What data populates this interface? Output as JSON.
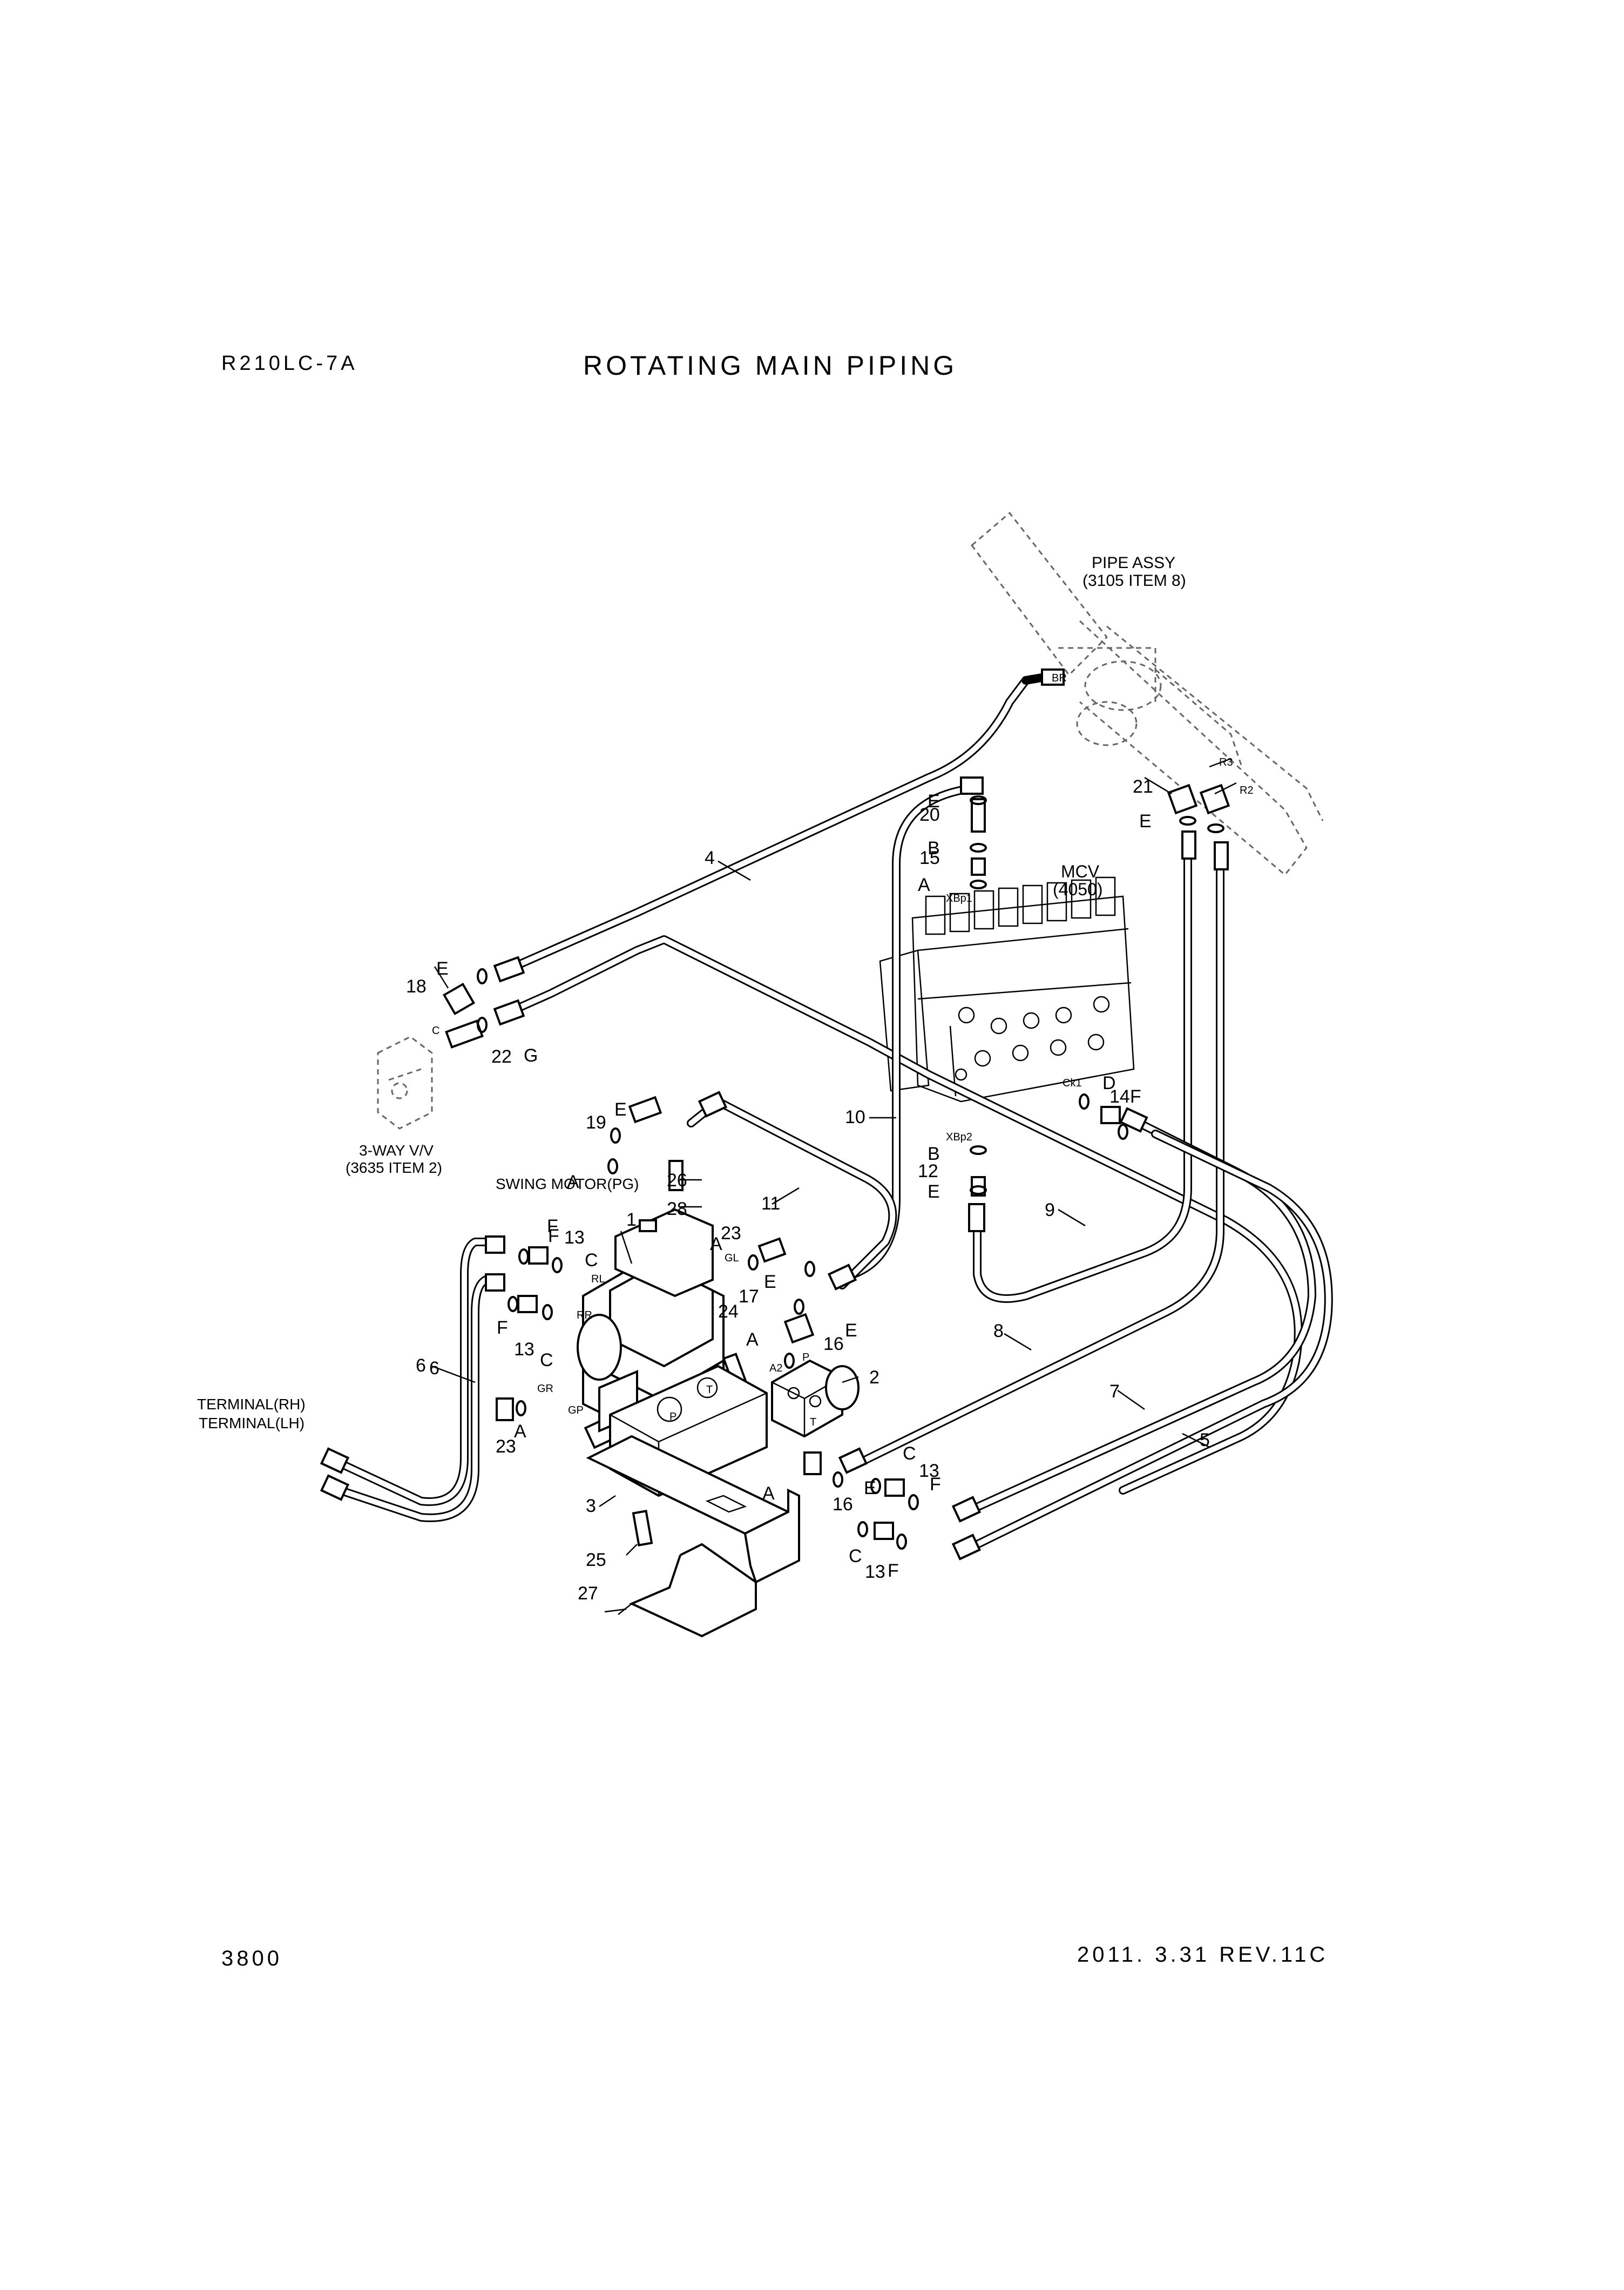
{
  "header": {
    "model": "R210LC-7A",
    "title": "ROTATING MAIN PIPING"
  },
  "footer": {
    "page_number": "3800",
    "revision": "2011. 3.31 REV.11C"
  },
  "callouts": {
    "pipe_assy": "PIPE ASSY",
    "pipe_assy_ref": "(3105 ITEM 8)",
    "mcv": "MCV",
    "mcv_ref": "(4050)",
    "three_way_valve": "3-WAY V/V",
    "three_way_valve_ref": "(3635 ITEM 2)",
    "swing_motor": "SWING MOTOR(PG)",
    "terminal_rh": "TERMINAL(RH)",
    "terminal_lh": "TERMINAL(LH)"
  },
  "port_labels": [
    "BR",
    "R3",
    "R2",
    "XBp1",
    "XBp2",
    "Ck1",
    "C",
    "RL",
    "RR",
    "GL",
    "GR",
    "GP",
    "P",
    "T",
    "A2",
    "P",
    "T"
  ],
  "item_numbers": [
    "1",
    "2",
    "3",
    "4",
    "5",
    "6",
    "7",
    "8",
    "9",
    "10",
    "11",
    "12",
    "13",
    "14",
    "15",
    "16",
    "17",
    "18",
    "19",
    "20",
    "21",
    "22",
    "23",
    "24",
    "25",
    "26",
    "27",
    "28"
  ],
  "seal_letters": [
    "A",
    "B",
    "C",
    "D",
    "E",
    "F",
    "G"
  ]
}
